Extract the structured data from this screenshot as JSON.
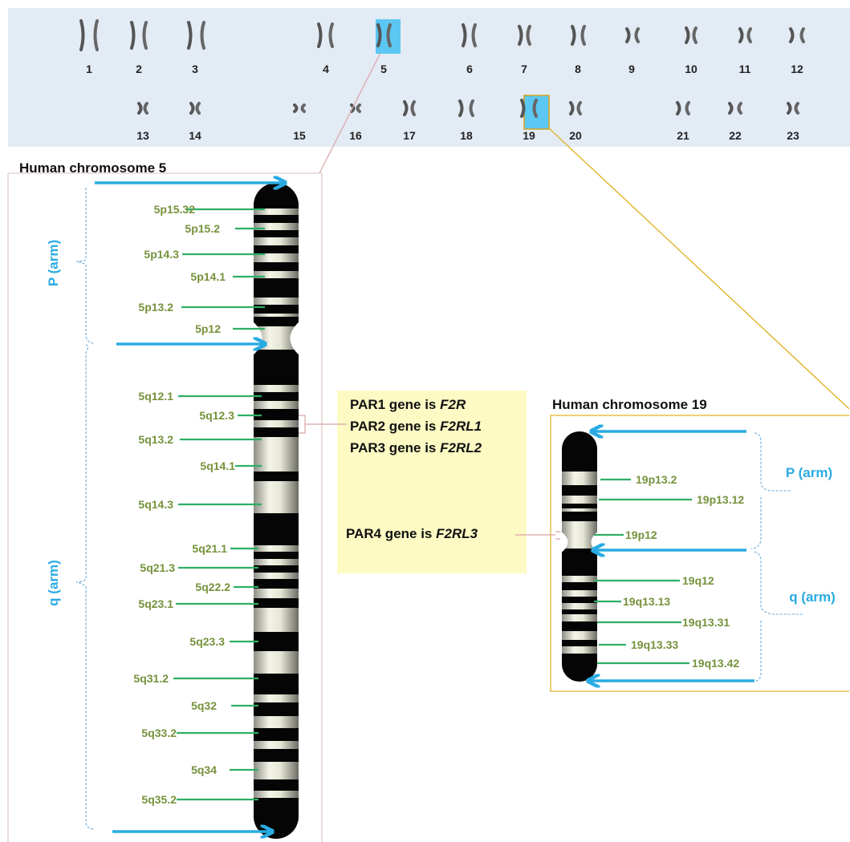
{
  "karyotype": {
    "row1": [
      "1",
      "2",
      "3",
      "4",
      "5",
      "6",
      "7",
      "8",
      "9",
      "10",
      "11",
      "12"
    ],
    "row2": [
      "13",
      "14",
      "15",
      "16",
      "17",
      "18",
      "19",
      "20",
      "21",
      "22",
      "23"
    ]
  },
  "chr5": {
    "title": "Human chromosome 5",
    "p_arm_label": "P (arm)",
    "q_arm_label": "q (arm)",
    "bands": [
      "5p15.32",
      "5p15.2",
      "5p14.3",
      "5p14.1",
      "5p13.2",
      "5p12",
      "5q12.1",
      "5q12.3",
      "5q13.2",
      "5q14.1",
      "5q14.3",
      "5q21.1",
      "5q21.3",
      "5q22.2",
      "5q23.1",
      "5q23.3",
      "5q31.2",
      "5q32",
      "5q33.2",
      "5q34",
      "5q35.2"
    ]
  },
  "chr19": {
    "title": "Human chromosome 19",
    "p_arm_label": "P (arm)",
    "q_arm_label": "q (arm)",
    "bands": [
      "19p13.2",
      "19p13.12",
      "19p12",
      "19q12",
      "19q13.13",
      "19q13.31",
      "19q13.33",
      "19q13.42"
    ]
  },
  "par_genes": [
    {
      "prefix": "PAR1 gene is ",
      "gene": "F2R"
    },
    {
      "prefix": "PAR2 gene is ",
      "gene": "F2RL1"
    },
    {
      "prefix": "PAR3 gene is ",
      "gene": "F2RL2"
    },
    {
      "prefix": "PAR4 gene is ",
      "gene": "F2RL3"
    }
  ],
  "colors": {
    "band_label": "#76923c",
    "tick": "#2eae64",
    "arrow": "#29abe2",
    "arm_label": "#29abe2",
    "highlight": "#5bc7f2",
    "connector_chr5": "#d9a5a5",
    "connector_chr19": "#e0b32a",
    "par_box": "#fdfac4"
  }
}
